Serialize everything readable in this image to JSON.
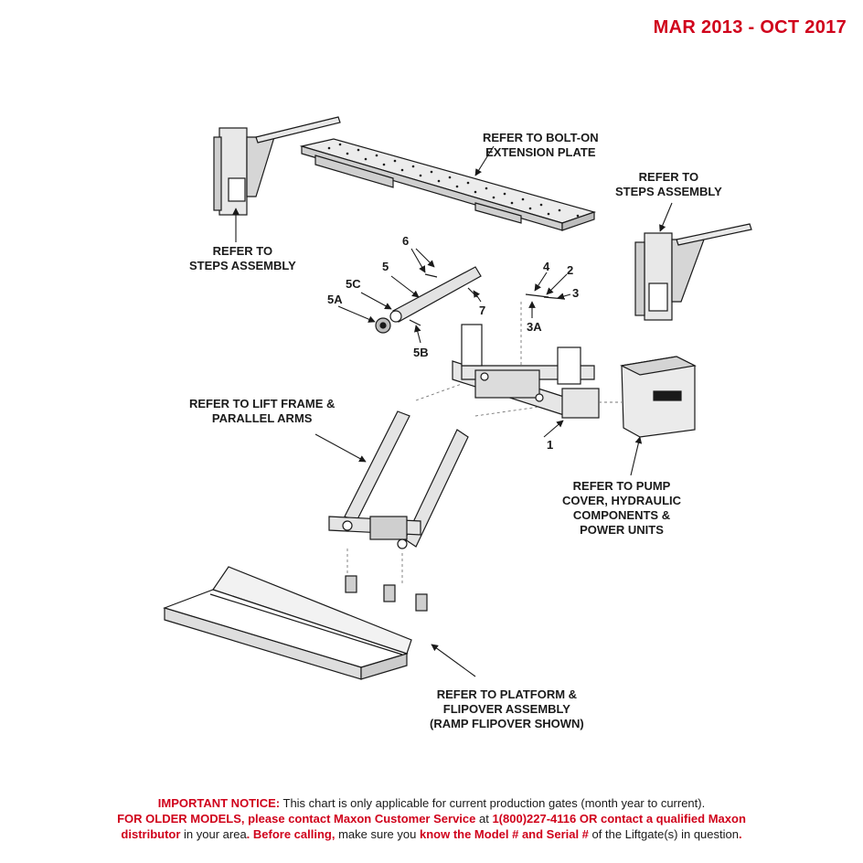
{
  "date_range": "MAR 2013 - OCT 2017",
  "callouts": {
    "extension_plate": [
      "REFER TO BOLT-ON",
      "EXTENSION PLATE"
    ],
    "steps_left": [
      "REFER TO",
      "STEPS ASSEMBLY"
    ],
    "steps_right": [
      "REFER TO",
      "STEPS ASSEMBLY"
    ],
    "lift_frame": [
      "REFER TO LIFT FRAME &",
      "PARALLEL ARMS"
    ],
    "pump_cover": [
      "REFER TO PUMP",
      "COVER, HYDRAULIC",
      "COMPONENTS &",
      "POWER UNITS"
    ],
    "platform": [
      "REFER TO PLATFORM &",
      "FLIPOVER ASSEMBLY",
      "(RAMP FLIPOVER SHOWN)"
    ]
  },
  "part_numbers": {
    "p1": "1",
    "p2": "2",
    "p3": "3",
    "p3a": "3A",
    "p4": "4",
    "p5": "5",
    "p5a": "5A",
    "p5b": "5B",
    "p5c": "5C",
    "p6": "6",
    "p7": "7"
  },
  "notice": {
    "line1_bold": "IMPORTANT NOTICE:",
    "line1_rest": " This chart is only applicable for current production gates (month year to current).",
    "line2_bold1": "FOR OLDER MODELS, please contact Maxon Customer Service",
    "line2_mid": " at ",
    "line2_bold2": "1(800)227-4116 OR contact a qualified Maxon",
    "line3_bold1": "distributor",
    "line3_mid1": " in your area",
    "line3_bold2": ". Before calling,",
    "line3_mid2": " make sure you ",
    "line3_bold3": "know the Model # and Serial #",
    "line3_mid3": " of the Liftgate(s) in question",
    "line3_end": "."
  },
  "colors": {
    "accent_red": "#d0021b",
    "line": "#1a1a1a",
    "fill_gray": "#d9d9d9"
  },
  "icons": {
    "pump_box_brand": "MAXON"
  }
}
